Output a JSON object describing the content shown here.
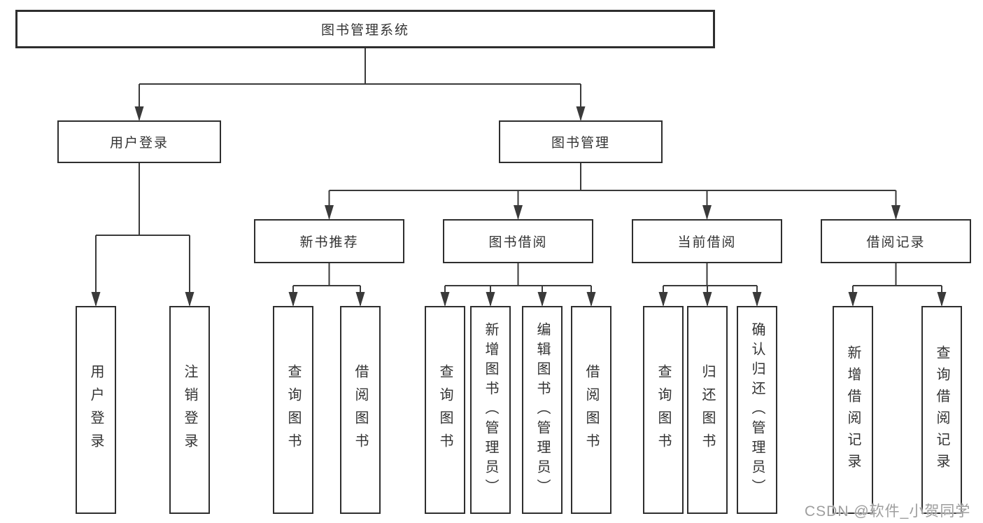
{
  "tree": {
    "root": {
      "label": "图书管理系统"
    },
    "user_login": {
      "label": "用户登录",
      "children": [
        {
          "label": "用户登录"
        },
        {
          "label": "注销登录"
        }
      ]
    },
    "book_management": {
      "label": "图书管理",
      "sections": [
        {
          "label": "新书推荐",
          "children": [
            {
              "label": "查询图书"
            },
            {
              "label": "借阅图书"
            }
          ]
        },
        {
          "label": "图书借阅",
          "children": [
            {
              "label": "查询图书"
            },
            {
              "label": "新增图书（管理员）"
            },
            {
              "label": "编辑图书（管理员）"
            },
            {
              "label": "借阅图书"
            }
          ]
        },
        {
          "label": "当前借阅",
          "children": [
            {
              "label": "查询图书"
            },
            {
              "label": "归还图书"
            },
            {
              "label": "确认归还（管理员）"
            }
          ]
        },
        {
          "label": "借阅记录",
          "children": [
            {
              "label": "新增借阅记录"
            },
            {
              "label": "查询借阅记录"
            }
          ]
        }
      ]
    }
  },
  "watermark": {
    "text": "CSDN @软件_小贺同学"
  },
  "colors": {
    "line": "#3a3a3a",
    "border": "#2e2e2e",
    "text": "#333333",
    "watermark": "#9e9e9e",
    "background": "#ffffff"
  }
}
